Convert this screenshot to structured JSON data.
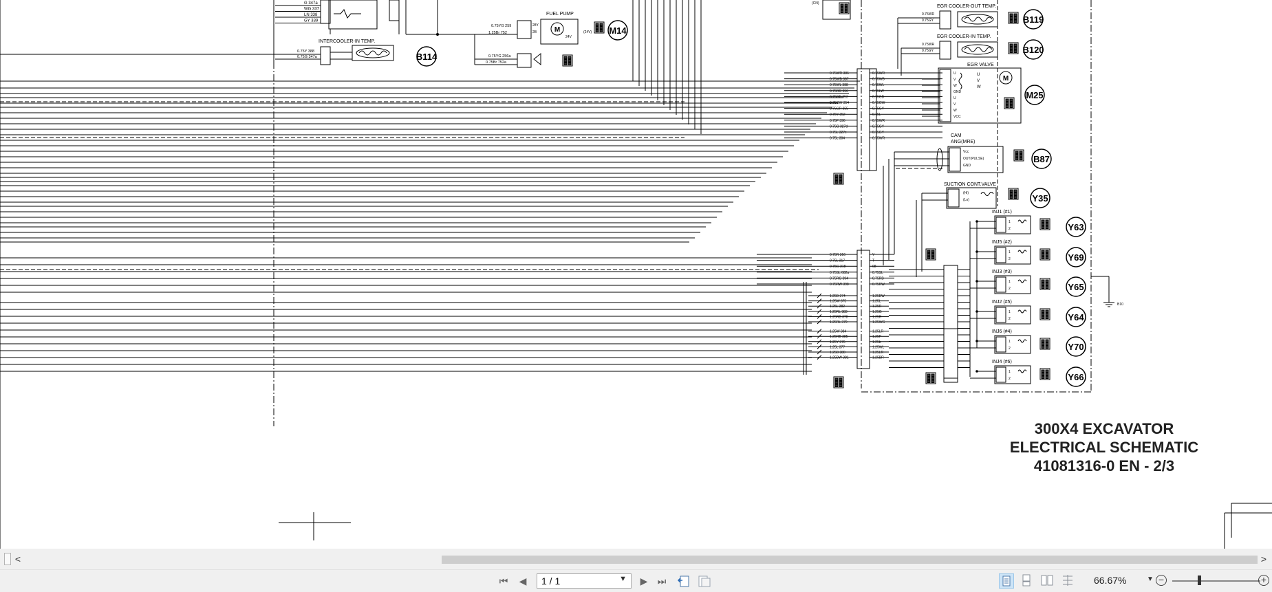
{
  "document": {
    "title_lines": [
      "300X4 EXCAVATOR",
      "ELECTRICAL SCHEMATIC",
      "41081316-0 EN - 2/3"
    ],
    "components": [
      {
        "id": "M14",
        "label": "FUEL PUMP"
      },
      {
        "id": "B114",
        "label": "INTERCOOLER-IN TEMP."
      },
      {
        "id": "B119",
        "label": "EGR COOLER-OUT TEMP."
      },
      {
        "id": "B120",
        "label": "EGR COOLER-IN TEMP."
      },
      {
        "id": "M25",
        "label": "EGR VALVE"
      },
      {
        "id": "B87",
        "label": "CAM ANG(MRE) SENSOR"
      },
      {
        "id": "Y35",
        "label": "SUCTION CONT.VALVE"
      },
      {
        "id": "Y63",
        "label": "INJ1 (#1)"
      },
      {
        "id": "Y69",
        "label": "INJ5 (#2)"
      },
      {
        "id": "Y65",
        "label": "INJ3 (#3)"
      },
      {
        "id": "Y64",
        "label": "INJ2 (#5)"
      },
      {
        "id": "Y70",
        "label": "INJ6 (#4)"
      },
      {
        "id": "Y66",
        "label": "INJ4 (#6)"
      }
    ],
    "left_wire_labels": [
      "G 347a",
      "WG 337",
      "LN 338",
      "GY 339"
    ],
    "intercooler_wires": [
      "0.75Y 388",
      "0.75G 347a"
    ],
    "fuel_pump_wires": [
      "0.75YG 259",
      "1.25Br 752"
    ],
    "fuel_pump_pins": [
      "28Y",
      "2B"
    ],
    "fuel_pump_voltage": "24V",
    "relay_wires": [
      "0.75YG 256a",
      "0.75Br 752a"
    ],
    "egr_valve_pins": [
      "U",
      "V",
      "W",
      "GND",
      "U",
      "V",
      "W",
      "VCC"
    ],
    "cam_sensor_pins": [
      "Vcc",
      "OUT(PULSE)",
      "GND"
    ],
    "suction_pins": [
      "(Hi)",
      "(Lo)"
    ],
    "motor_symbol": "M",
    "egr_out_wires": [
      "0.75WR",
      "0.75GY"
    ],
    "egr_in_wires": [
      "0.75WR",
      "0.75GY"
    ],
    "ecu_wires_a": [
      "0.75WR 386",
      "0.75WB 387",
      "0.75WL 388",
      "0.75RG 356",
      "0.75GB 353",
      "0.75GW 354",
      "0.75GR 355",
      "0.75Y 352",
      "0.75P 396",
      "0.75G 327d",
      "0.75L 327e",
      "0.75L 304"
    ],
    "ecu_wires_a_right": [
      "0.75WR",
      "0.75WB",
      "0.75WL",
      "0.75LW",
      "0.75GB",
      "0.75GW",
      "0.75GY",
      "0.75L",
      "0.75WR",
      "0.75GY",
      "0.75GY",
      "0.75WR"
    ],
    "ecu_wires_b": [
      "0.75R 316",
      "0.75L 317",
      "0.75G 318",
      "0.75SL 682a",
      "0.75RG 394",
      "0.75RW 398"
    ],
    "ecu_wires_b_right": [
      "Y",
      "T",
      "08",
      "0.75SL",
      "0.75RB",
      "0.75RW"
    ],
    "injector_wires": [
      "1.25B 374",
      "1.25W 375",
      "1.25L 382",
      "1.25RL 383",
      "1.25RB 378",
      "1.25RL 379",
      "1.25W 384",
      "1.25RB 385",
      "1.25Y 376",
      "1.25L 377",
      "1.25B 380",
      "1.25BW 381"
    ],
    "injector_wires_right": [
      "1.25BW",
      "1.25L",
      "1.25R",
      "1.25G",
      "1.25R",
      "1.25WG",
      "1.25LR",
      "1.25P",
      "1.25b",
      "1.25WL",
      "1.25LR",
      "1.25BR"
    ],
    "ground_label": "B10"
  },
  "scrollbar": {
    "left_arrow": "<",
    "right_arrow": ">"
  },
  "toolbar": {
    "first_page": "⏮",
    "prev_page": "◀",
    "page_indicator": "1 / 1",
    "next_page": "▶",
    "last_page": "⏭",
    "zoom_level": "66.67%",
    "zoom_out": "−",
    "zoom_in": "+"
  },
  "icons": {
    "first": "first-page-icon",
    "prev": "previous-page-icon",
    "next": "next-page-icon",
    "last": "last-page-icon",
    "prev_view": "previous-view-icon",
    "next_view": "next-view-icon",
    "single_page": "single-page-view-icon",
    "continuous": "continuous-view-icon",
    "two_page": "two-page-view-icon",
    "two_page_continuous": "two-page-continuous-view-icon"
  },
  "colors": {
    "accent": "#cde4f7",
    "toolbar_bg": "#f0f0f0",
    "scroll_thumb": "#cdcdcd"
  }
}
